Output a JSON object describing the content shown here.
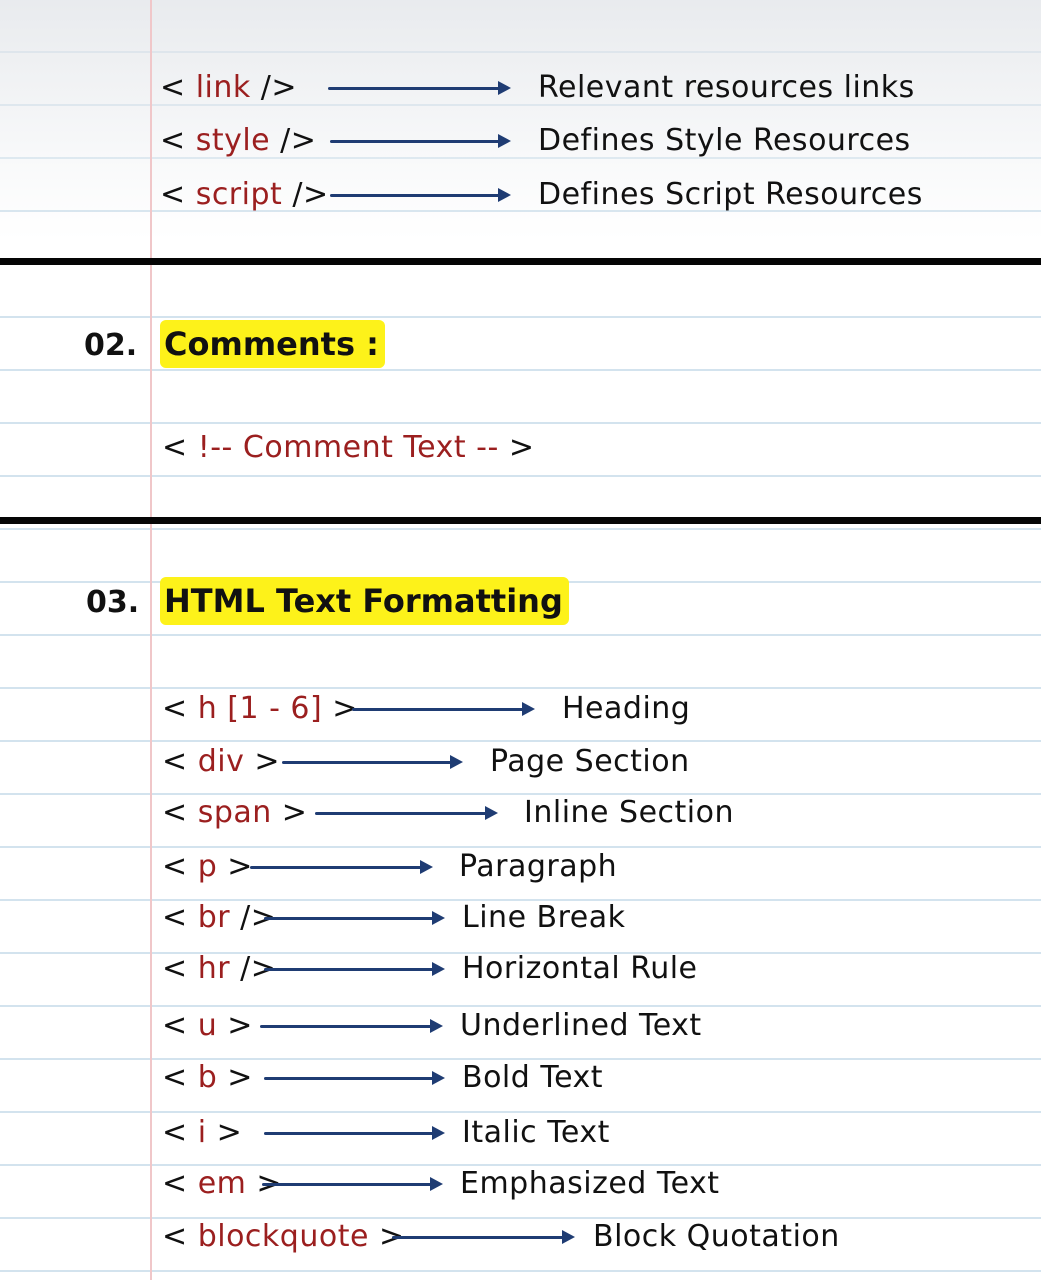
{
  "section1_rows": [
    {
      "open": "< ",
      "name": "link",
      "close": " />",
      "desc": "Relevant resources links"
    },
    {
      "open": "< ",
      "name": "style",
      "close": " />",
      "desc": "Defines Style Resources"
    },
    {
      "open": "< ",
      "name": "script",
      "close": " />",
      "desc": "Defines Script Resources"
    }
  ],
  "section2": {
    "number": "02.",
    "title": "Comments :",
    "comment_open": "< ",
    "comment_text": "!-- Comment Text --",
    "comment_close": " >"
  },
  "section3": {
    "number": "03.",
    "title": "HTML Text Formatting",
    "rows": [
      {
        "open": "< ",
        "name": "h [1 - 6]",
        "close": " >",
        "desc": "Heading"
      },
      {
        "open": "< ",
        "name": "div",
        "close": " >",
        "desc": "Page Section"
      },
      {
        "open": "< ",
        "name": "span",
        "close": " >",
        "desc": "Inline Section"
      },
      {
        "open": "< ",
        "name": "p",
        "close": " >",
        "desc": "Paragraph"
      },
      {
        "open": "< ",
        "name": "br",
        "close": " />",
        "desc": "Line Break"
      },
      {
        "open": "< ",
        "name": "hr",
        "close": " />",
        "desc": "Horizontal Rule"
      },
      {
        "open": "< ",
        "name": "u",
        "close": " >",
        "desc": "Underlined Text"
      },
      {
        "open": "< ",
        "name": "b",
        "close": " >",
        "desc": "Bold Text"
      },
      {
        "open": "< ",
        "name": "i",
        "close": " >",
        "desc": "Italic Text"
      },
      {
        "open": "< ",
        "name": "em",
        "close": " >",
        "desc": "Emphasized Text"
      },
      {
        "open": "< ",
        "name": "blockquote",
        "close": " >",
        "desc": "Block Quotation"
      }
    ]
  },
  "colors": {
    "tag_name": "#9b1f1f",
    "arrow": "#1f3c73",
    "highlight": "#fdf21a",
    "divider": "#050505",
    "rule_line": "#d3e3ee",
    "margin_line": "#f0c7c9"
  }
}
